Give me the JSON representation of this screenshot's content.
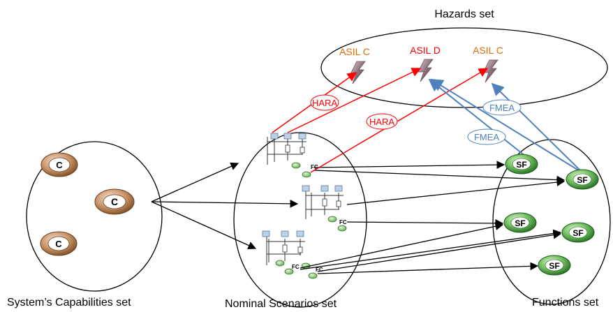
{
  "sets": {
    "hazards": "Hazards set",
    "capabilities": "System’s Capabilities set",
    "scenarios": "Nominal Scenarios set",
    "functions": "Functions set"
  },
  "asil": [
    "ASIL C",
    "ASIL D",
    "ASIL C"
  ],
  "analysis": {
    "hara_1": "HARA",
    "hara_2": "HARA",
    "fmea_1": "FMEA",
    "fmea_2": "FMEA"
  },
  "capability_label": "C",
  "sf_label": "SF",
  "fc_label": "FC",
  "colors": {
    "asil_c": "#E36C09",
    "asil_d": "#FF0000",
    "hara": "#FF0000",
    "fmea": "#4F81BD",
    "capability_node": "#B07A46",
    "sf_node": "#2E8B2E"
  }
}
